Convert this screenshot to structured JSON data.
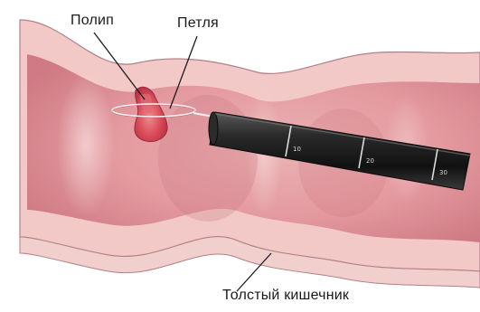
{
  "labels": {
    "polyp": "Полип",
    "loop": "Петля",
    "colon": "Толстый кишечник"
  },
  "scope_marks": [
    "10",
    "20",
    "30"
  ],
  "colors": {
    "background": "#ffffff",
    "colon_wall": "#f2c9c6",
    "colon_lumen": "#e7a7a9",
    "colon_shadow": "#c8707a",
    "polyp": "#d7525f",
    "endoscope": "#1c1c1c",
    "loop_wire": "#f2f2f2",
    "label_text": "#1a1a1a"
  }
}
